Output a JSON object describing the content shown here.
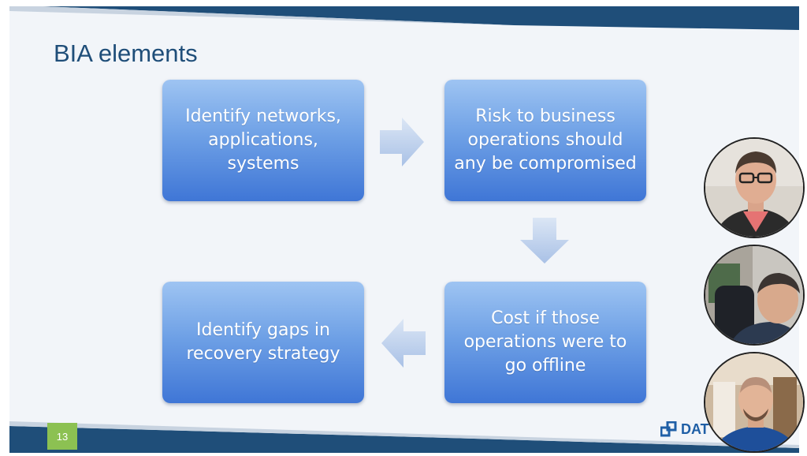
{
  "slide": {
    "title": "BIA elements",
    "page_number": "13",
    "logo_text": "DAT",
    "boxes": [
      "Identify networks, applications, systems",
      "Risk to business operations should any be compromised",
      "Cost if those operations were to go offline",
      "Identify gaps in recovery strategy"
    ]
  },
  "colors": {
    "title": "#1f4e79",
    "band": "#1f4e79",
    "box_top": "#9ec4f2",
    "box_bottom": "#3f76d6",
    "page_badge": "#8cc152",
    "arrow": "#b9cdea"
  },
  "icons": {
    "flow_arrow": "flow-arrow-icon",
    "logo_mark": "logo-mark-icon"
  },
  "participants": [
    {
      "tile": "participant-1"
    },
    {
      "tile": "participant-2"
    },
    {
      "tile": "participant-3"
    }
  ]
}
